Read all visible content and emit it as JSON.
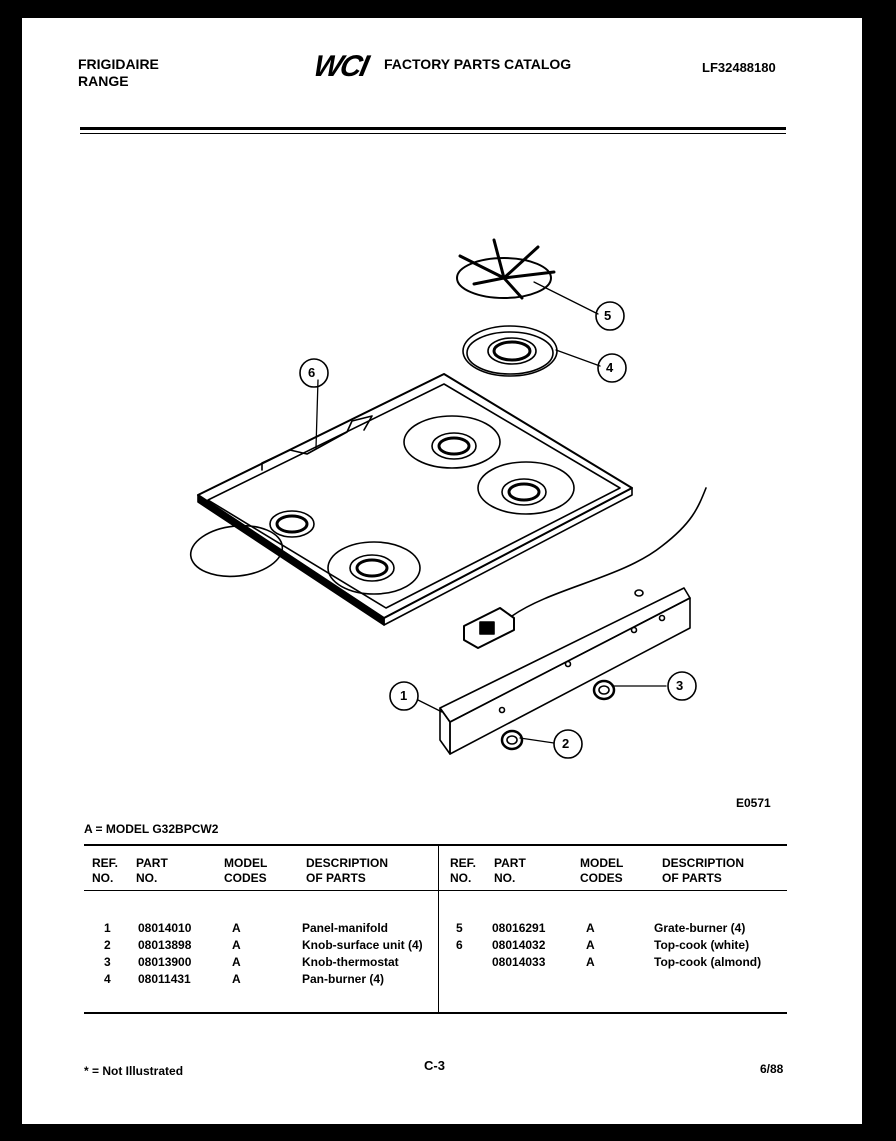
{
  "header": {
    "brand_line1": "FRIGIDAIRE",
    "brand_line2": "RANGE",
    "logo": "WCI",
    "catalog_title": "FACTORY PARTS CATALOG",
    "catalog_number": "LF32488180"
  },
  "diagram": {
    "figure_id": "E0571",
    "callouts": [
      "1",
      "2",
      "3",
      "4",
      "5",
      "6"
    ]
  },
  "model_line": "A = MODEL G32BPCW2",
  "table": {
    "headers": {
      "ref_1": "REF.",
      "ref_2": "NO.",
      "part_1": "PART",
      "part_2": "NO.",
      "model_1": "MODEL",
      "model_2": "CODES",
      "desc_1": "DESCRIPTION",
      "desc_2": "OF PARTS"
    },
    "left_rows": [
      {
        "ref": "1",
        "part": "08014010",
        "code": "A",
        "desc": "Panel-manifold"
      },
      {
        "ref": "2",
        "part": "08013898",
        "code": "A",
        "desc": "Knob-surface unit (4)"
      },
      {
        "ref": "3",
        "part": "08013900",
        "code": "A",
        "desc": "Knob-thermostat"
      },
      {
        "ref": "4",
        "part": "08011431",
        "code": "A",
        "desc": "Pan-burner (4)"
      }
    ],
    "right_rows": [
      {
        "ref": "5",
        "part": "08016291",
        "code": "A",
        "desc": "Grate-burner (4)"
      },
      {
        "ref": "6",
        "part": "08014032",
        "code": "A",
        "desc": "Top-cook (white)"
      },
      {
        "ref": "",
        "part": "08014033",
        "code": "A",
        "desc": "Top-cook (almond)"
      }
    ]
  },
  "footer": {
    "note": "* = Not Illustrated",
    "page": "C-3",
    "date": "6/88"
  }
}
